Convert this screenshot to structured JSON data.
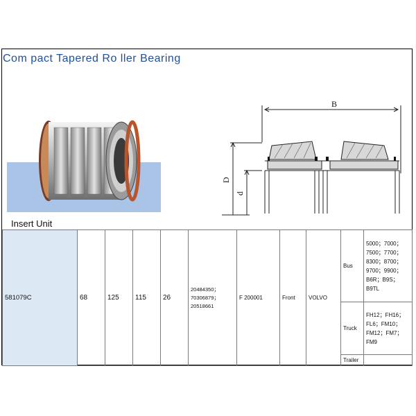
{
  "title": "Com pact Tapered Ro ller Bearing",
  "drawing": {
    "dim_B": "B",
    "dim_D": "D",
    "dim_d": "d"
  },
  "insert_unit_label": "Insert Unit",
  "table": {
    "part_number": "581079C",
    "d": "68",
    "D": "125",
    "B": "115",
    "C": "26",
    "oe_numbers": "20484350；\n70306879；\n20518661",
    "ref": "F 200001",
    "position": "Front",
    "brand": "VOLVO",
    "applications": [
      {
        "category": "Bus",
        "models": "5000；7000；\n7500；7700；\n8300；8700；\n9700；9900；\nB6R；B9S；\nB9TL"
      },
      {
        "category": "Truck",
        "models": "FH12；FH16；\nFL6；FM10；\nFM12；FM7；\nFM9"
      },
      {
        "category": "Trailer",
        "models": ""
      }
    ]
  },
  "colors": {
    "title": "#1f4e9c",
    "part_cell_bg": "#dde8f5",
    "photo_bg": "#a9c4e6"
  }
}
